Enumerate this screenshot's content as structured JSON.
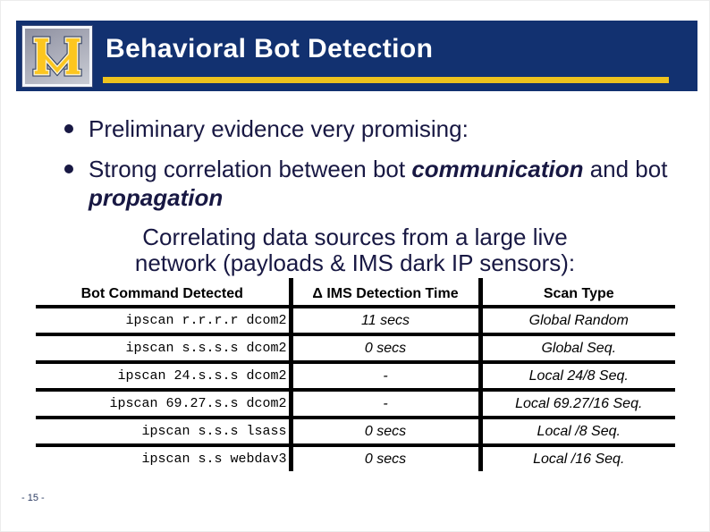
{
  "slide": {
    "header": {
      "title": "Behavioral Bot Detection"
    },
    "logo": {
      "letter": "M"
    },
    "bullets": [
      {
        "text": "Preliminary evidence very promising:"
      },
      {
        "prefix": "Strong correlation between bot ",
        "emphasis1": "communication",
        "middle": " and bot ",
        "emphasis2": "propagation"
      }
    ],
    "subtitle": {
      "line1": "Correlating data sources from a large live",
      "line2": "network (payloads & IMS dark IP sensors):"
    },
    "table": {
      "headers": [
        "Bot Command Detected",
        "Δ IMS Detection Time",
        "Scan Type"
      ],
      "rows": [
        {
          "command": "ipscan r.r.r.r dcom2",
          "time": "11 secs",
          "scan": "Global Random"
        },
        {
          "command": "ipscan s.s.s.s dcom2",
          "time": "0 secs",
          "scan": "Global Seq."
        },
        {
          "command": "ipscan 24.s.s.s dcom2",
          "time": "-",
          "scan": "Local 24/8 Seq."
        },
        {
          "command": "ipscan 69.27.s.s dcom2",
          "time": "-",
          "scan": "Local 69.27/16 Seq."
        },
        {
          "command": "ipscan s.s.s lsass",
          "time": "0 secs",
          "scan": "Local /8 Seq."
        },
        {
          "command": "ipscan s.s webdav3",
          "time": "0 secs",
          "scan": "Local /16 Seq."
        }
      ]
    },
    "footer": {
      "page_number": "- 15 -"
    },
    "colors": {
      "header_navy": "#123170",
      "gold_accent": "#eec31e",
      "maize": "#fcc61f",
      "body_text_navy": "#181843"
    }
  }
}
